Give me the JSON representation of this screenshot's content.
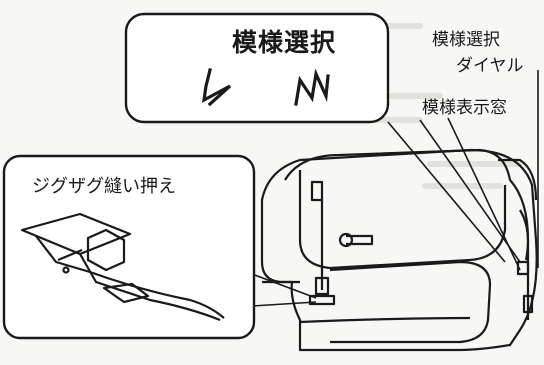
{
  "labels": {
    "pattern_selection_title": "模様選択",
    "pattern_dial": [
      "模様選択",
      "ダイヤル"
    ],
    "pattern_window": "模様表示窓",
    "zigzag_foot": "ジグザグ縫い押え"
  },
  "colors": {
    "line": "#1a1a1a",
    "background": "#f7f7f5",
    "panel": "#ffffff"
  }
}
